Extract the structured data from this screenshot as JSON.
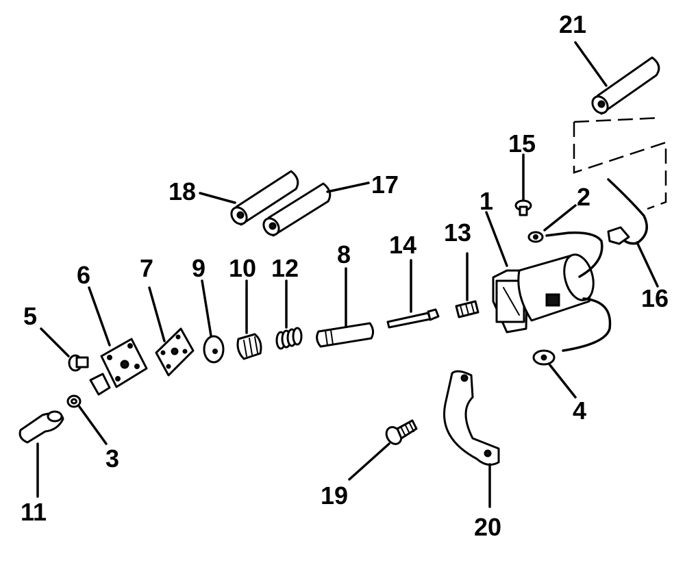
{
  "labels": {
    "1": "1",
    "2": "2",
    "3": "3",
    "4": "4",
    "5": "5",
    "6": "6",
    "7": "7",
    "8": "8",
    "9": "9",
    "10": "10",
    "11": "11",
    "12": "12",
    "13": "13",
    "14": "14",
    "15": "15",
    "16": "16",
    "17": "17",
    "18": "18",
    "19": "19",
    "20": "20",
    "21": "21"
  }
}
